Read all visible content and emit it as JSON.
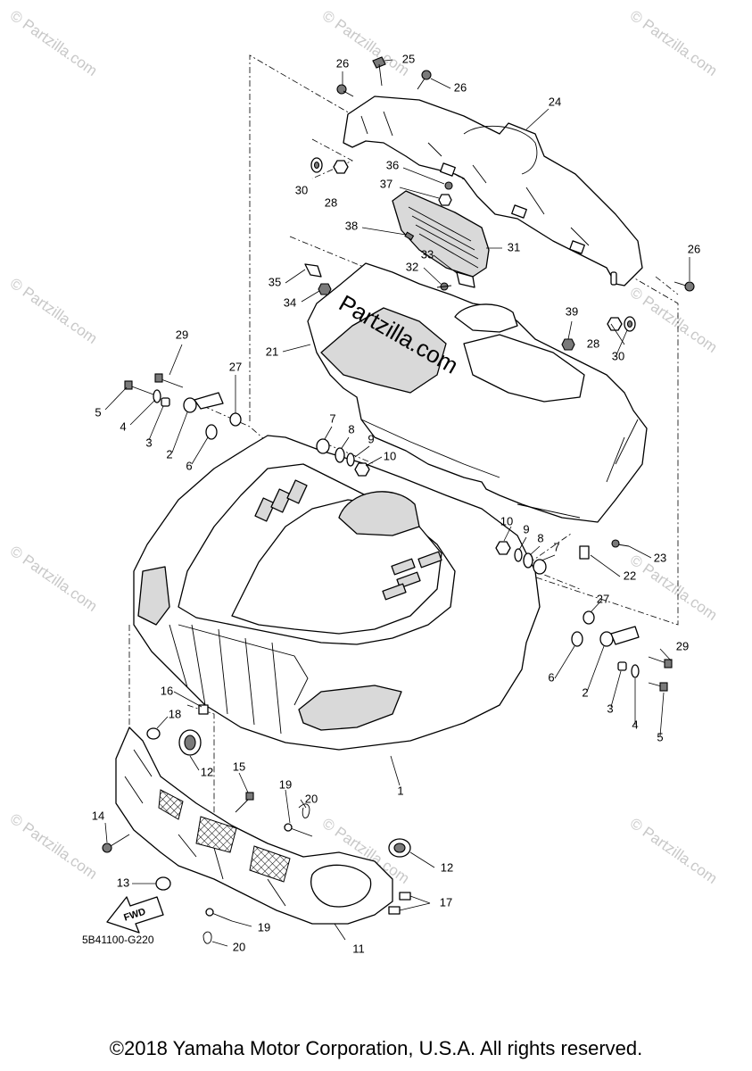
{
  "diagram": {
    "reference_code": "5B41100-G220",
    "copyright": "©2018 Yamaha Motor Corporation, U.S.A. All rights reserved.",
    "brand": "Partzilla.com",
    "watermark": "© Partzilla.com",
    "direction_arrow_label": "FWD",
    "callouts": {
      "c1": "1",
      "c2a": "2",
      "c2b": "2",
      "c3a": "3",
      "c3b": "3",
      "c4a": "4",
      "c4b": "4",
      "c5a": "5",
      "c5b": "5",
      "c6a": "6",
      "c6b": "6",
      "c7a": "7",
      "c7b": "7",
      "c8a": "8",
      "c8b": "8",
      "c9a": "9",
      "c9b": "9",
      "c10a": "10",
      "c10b": "10",
      "c11": "11",
      "c12a": "12",
      "c12b": "12",
      "c13": "13",
      "c14": "14",
      "c15": "15",
      "c16": "16",
      "c17": "17",
      "c18": "18",
      "c19a": "19",
      "c19b": "19",
      "c20a": "20",
      "c20b": "20",
      "c21": "21",
      "c22": "22",
      "c23": "23",
      "c24": "24",
      "c25": "25",
      "c26a": "26",
      "c26b": "26",
      "c26c": "26",
      "c27a": "27",
      "c27b": "27",
      "c28a": "28",
      "c28b": "28",
      "c29a": "29",
      "c29b": "29",
      "c30a": "30",
      "c30b": "30",
      "c31": "31",
      "c32": "32",
      "c33": "33",
      "c34": "34",
      "c35": "35",
      "c36": "36",
      "c37": "37",
      "c38": "38",
      "c39": "39"
    }
  }
}
